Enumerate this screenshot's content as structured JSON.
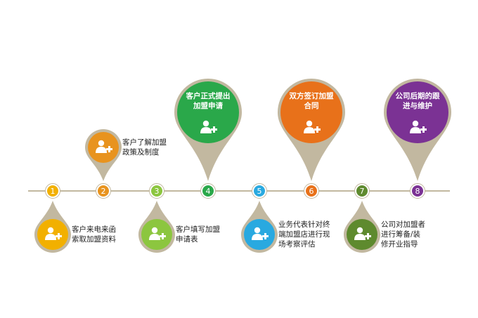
{
  "steps": [
    {
      "number": "1",
      "text": "客户来电来函\n索取加盟资料",
      "color": "#f2b000",
      "position": "below",
      "pin_size": "small"
    },
    {
      "number": "2",
      "text": "客户了解加盟\n政策及制度",
      "color": "#e8931e",
      "position": "above",
      "pin_size": "small"
    },
    {
      "number": "3",
      "text": "客户填写加盟\n申请表",
      "color": "#8cc63f",
      "position": "below",
      "pin_size": "small"
    },
    {
      "number": "4",
      "text": "客户正式提出\n加盟申请",
      "color": "#2aa84a",
      "position": "above",
      "pin_size": "large"
    },
    {
      "number": "5",
      "text": "业务代表针对终\n端加盟店进行现\n场考察评估",
      "color": "#29a9e0",
      "position": "below",
      "pin_size": "small"
    },
    {
      "number": "6",
      "text": "双方签订加盟\n合同",
      "color": "#e8711a",
      "position": "above",
      "pin_size": "large"
    },
    {
      "number": "7",
      "text": "公司对加盟者\n进行筹备/装\n修开业指导",
      "color": "#5e8a2e",
      "position": "below",
      "pin_size": "small"
    },
    {
      "number": "8",
      "text": "公司后期的跟\n进与维护",
      "color": "#7b3294",
      "position": "above",
      "pin_size": "large"
    }
  ],
  "pin_border_color": "#c2b8a0",
  "timeline_color": "#c2b8a0",
  "icons": {
    "step": "person-plus-icon"
  }
}
